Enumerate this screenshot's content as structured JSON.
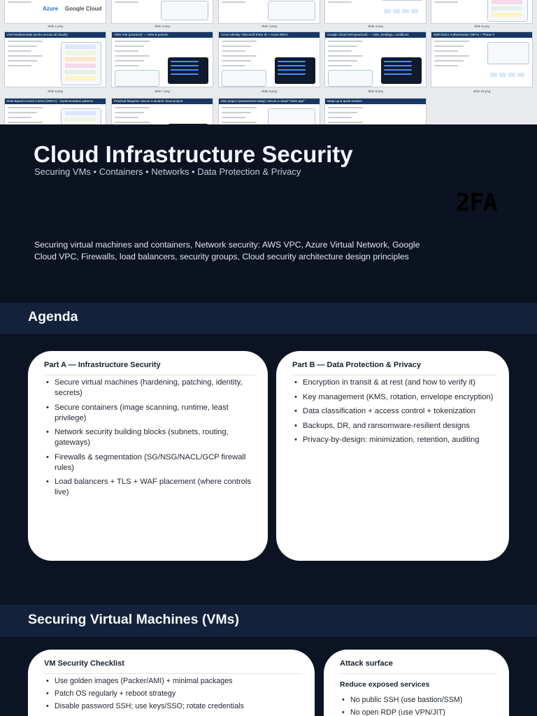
{
  "thumbnails": [
    {
      "title": "",
      "caption": "slide 1.png",
      "kind": "logos",
      "logo_texts": [
        "Azure",
        "Google Cloud"
      ]
    },
    {
      "title": "",
      "caption": "slide 2.png",
      "kind": "panels"
    },
    {
      "title": "",
      "caption": "slide 3.png",
      "kind": "panels"
    },
    {
      "title": "",
      "caption": "slide 4.png",
      "kind": "flow"
    },
    {
      "title": "",
      "caption": "slide 5.png",
      "kind": "stack"
    },
    {
      "title": "IAM fundamentals (works across all clouds)",
      "caption": "slide 6.png",
      "kind": "stack"
    },
    {
      "title": "AWS IAM (practical) — roles & policies",
      "caption": "slide 7.png",
      "kind": "code"
    },
    {
      "title": "Azure Identity: Microsoft Entra ID + Azure RBAC",
      "caption": "slide 8.png",
      "kind": "code"
    },
    {
      "title": "Google Cloud IAM (practical) — roles, bindings, conditions",
      "caption": "slide 9.png",
      "kind": "code"
    },
    {
      "title": "Multi-factor Authentication (MFA) + Phase II",
      "caption": "slide 10.png",
      "kind": "flow"
    },
    {
      "title": "Role-Based Access Control (RBAC) - implementation patterns",
      "caption": "",
      "kind": "stack"
    },
    {
      "title": "Practical blueprint: secure a student cloud project",
      "caption": "",
      "kind": "code"
    },
    {
      "title": "Mini project (assessment ready): secure a cloud \"notes app\"",
      "caption": "",
      "kind": "panels"
    },
    {
      "title": "Wrap-up & quick revision",
      "caption": "",
      "kind": "text"
    }
  ],
  "title_slide": {
    "title": "Cloud Infrastructure Security",
    "subtitle": "Securing VMs • Containers • Networks • Data Protection & Privacy",
    "logo_text": "2FA",
    "description": "Securing virtual machines and containers, Network security: AWS VPC, Azure Virtual Network, Google Cloud VPC, Firewalls, load balancers, security groups, Cloud security architecture design principles"
  },
  "agenda": {
    "heading": "Agenda",
    "part_a": {
      "title": "Part A — Infrastructure Security",
      "items": [
        "Secure virtual machines (hardening, patching, identity, secrets)",
        "Secure containers (image scanning, runtime, least privilege)",
        "Network security building blocks (subnets, routing, gateways)",
        "Firewalls & segmentation (SG/NSG/NACL/GCP firewall rules)",
        "Load balancers + TLS + WAF placement (where controls live)"
      ]
    },
    "part_b": {
      "title": "Part B — Data Protection & Privacy",
      "items": [
        "Encryption in transit & at rest (and how to verify it)",
        "Key management (KMS, rotation, envelope encryption)",
        "Data classification + access control + tokenization",
        "Backups, DR, and ransomware-resilient designs",
        "Privacy-by-design: minimization, retention, auditing"
      ]
    }
  },
  "vm_slide": {
    "heading": "Securing Virtual Machines (VMs)",
    "checklist": {
      "title": "VM Security Checklist",
      "items": [
        "Use golden images (Packer/AMI) + minimal packages",
        "Patch OS regularly + reboot strategy",
        "Disable password SSH; use keys/SSO; rotate credentials"
      ]
    },
    "attack_surface": {
      "title": "Attack surface",
      "subheading": "Reduce exposed services",
      "items": [
        "No public SSH (use bastion/SSM)",
        "No open RDP (use VPN/JIT)"
      ]
    }
  },
  "colors": {
    "slide_background": "#0c1423",
    "section_band": "#14213a",
    "card_background": "#ffffff",
    "thumbnail_header": "#173764"
  }
}
